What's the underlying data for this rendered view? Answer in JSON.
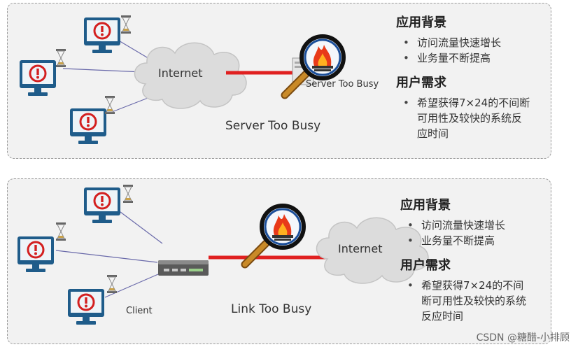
{
  "top_scenario": {
    "cloud_label": "Internet",
    "server_label": "Server Too Busy",
    "caption": "Server Too Busy",
    "info": {
      "section1_title": "应用背景",
      "section1_items": [
        "访问流量快速增长",
        "业务量不断提高"
      ],
      "section2_title": "用户需求",
      "section2_item_lines": [
        "希望获得7×24的不间断",
        "可用性及较快的系统反",
        "应时间"
      ]
    }
  },
  "bottom_scenario": {
    "cloud_label": "Internet",
    "client_label": "Client",
    "caption": "Link Too Busy",
    "info": {
      "section1_title": "应用背景",
      "section1_items": [
        "访问流量快速增长",
        "业务量不断提高"
      ],
      "section2_title": "用户需求",
      "section2_item_lines": [
        "希望获得7×24的不间",
        "断可用性及较快的系统",
        "反应时间"
      ]
    }
  },
  "watermark": "CSDN @糖醋-小排顾",
  "colors": {
    "link_red": "#e02020",
    "monitor_blue": "#1f5c8a",
    "alert_red": "#d32020",
    "cloud_fill": "#dcdcdc",
    "magnifier_handle": "#b07820"
  }
}
